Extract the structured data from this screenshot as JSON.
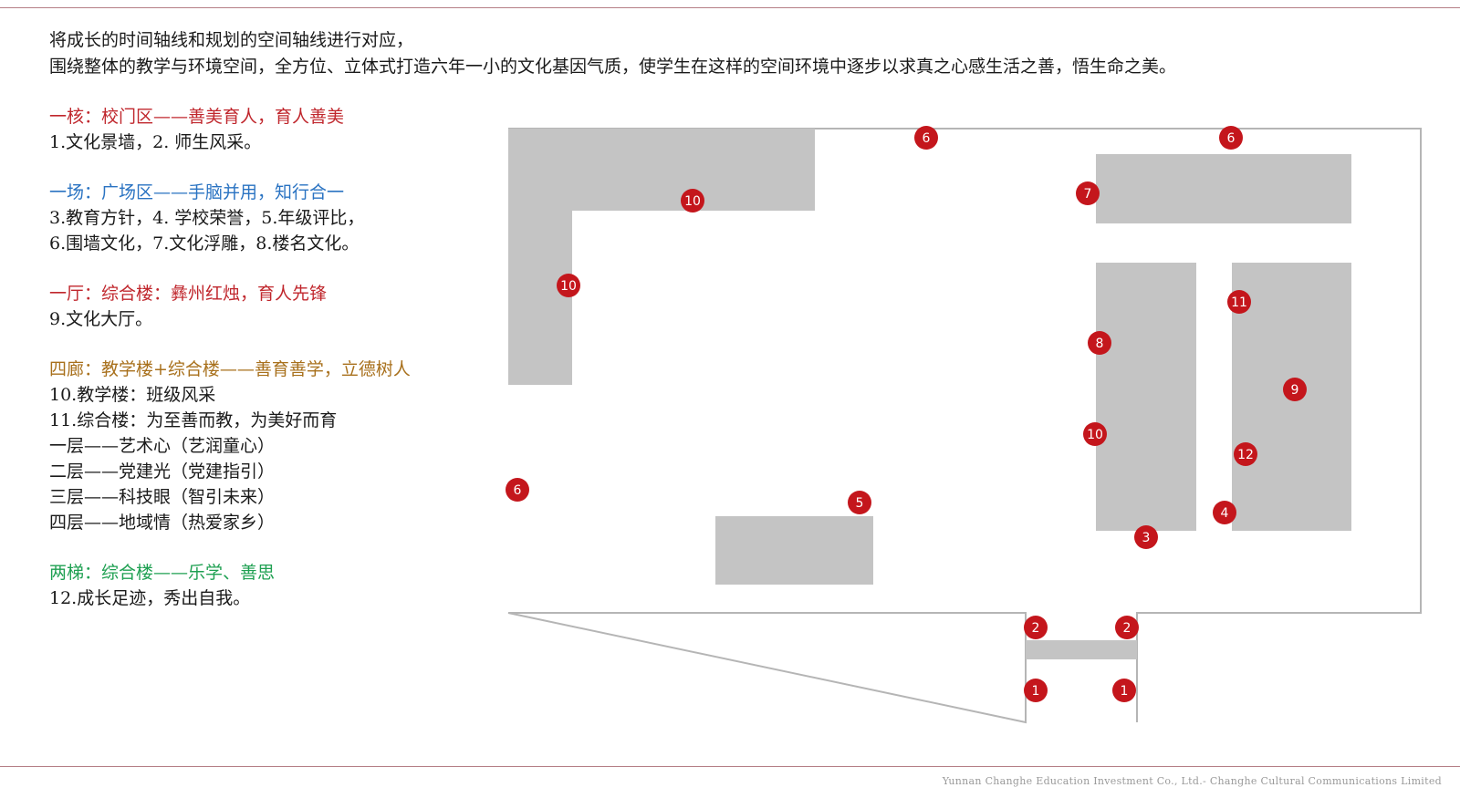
{
  "intro": {
    "line1": "将成长的时间轴线和规划的空间轴线进行对应，",
    "line2": "围绕整体的教学与环境空间，全方位、立体式打造六年一小的文化基因气质，使学生在这样的空间环境中逐步以求真之心感生活之善，悟生命之美。"
  },
  "legend": [
    {
      "heading": "一核：校门区——善美育人，育人善美",
      "color": "#c0272d",
      "lines": [
        "1.文化景墙，2. 师生风采。"
      ]
    },
    {
      "heading": "一场：广场区——手脑并用，知行合一",
      "color": "#2a73c2",
      "lines": [
        "3.教育方针，4. 学校荣誉，5.年级评比，",
        "6.围墙文化，7.文化浮雕，8.楼名文化。"
      ]
    },
    {
      "heading": "一厅：综合楼：彝州红烛，育人先锋",
      "color": "#c0272d",
      "lines": [
        "9.文化大厅。"
      ]
    },
    {
      "heading": "四廊：教学楼+综合楼——善育善学，立德树人",
      "color": "#a8701c",
      "lines": [
        "10.教学楼：班级风采",
        "11.综合楼：为至善而教，为美好而育",
        "一层——艺术心（艺润童心）",
        "二层——党建光（党建指引）",
        "三层——科技眼（智引未来）",
        "四层——地域情（热爱家乡）"
      ]
    },
    {
      "heading": "两梯：综合楼——乐学、善思",
      "color": "#1fa052",
      "lines": [
        "12.成长足迹，秀出自我。"
      ]
    }
  ],
  "markers": [
    {
      "label": "6"
    },
    {
      "label": "6"
    },
    {
      "label": "10"
    },
    {
      "label": "7"
    },
    {
      "label": "10"
    },
    {
      "label": "11"
    },
    {
      "label": "8"
    },
    {
      "label": "9"
    },
    {
      "label": "10"
    },
    {
      "label": "12"
    },
    {
      "label": "6"
    },
    {
      "label": "5"
    },
    {
      "label": "4"
    },
    {
      "label": "3"
    },
    {
      "label": "2"
    },
    {
      "label": "2"
    },
    {
      "label": "1"
    },
    {
      "label": "1"
    }
  ],
  "colors": {
    "marker": "#c4161c",
    "building": "#c4c4c4",
    "outline": "#b5b5b5",
    "rule": "#b57f86"
  },
  "footer": "Yunnan Changhe Education Investment Co., Ltd.- Changhe Cultural Communications Limited"
}
